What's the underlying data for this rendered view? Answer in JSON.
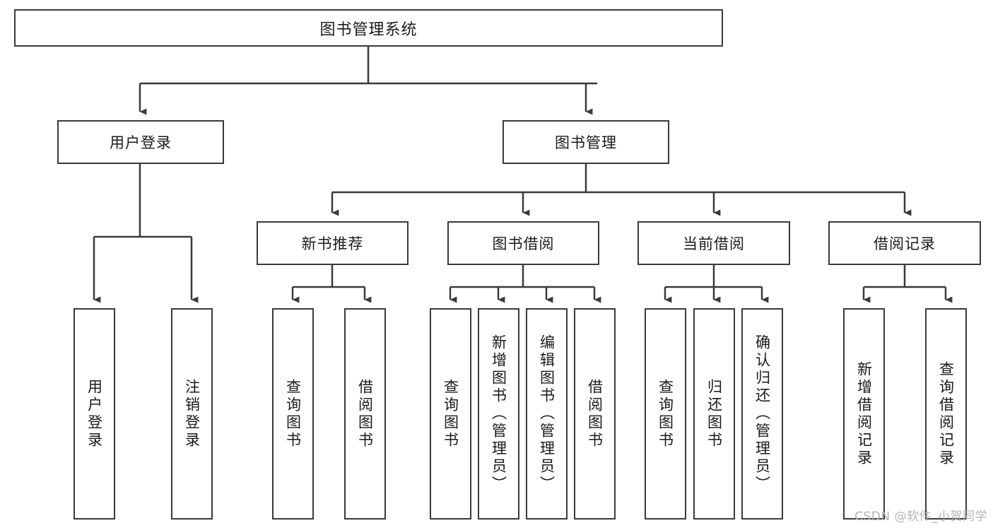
{
  "diagram": {
    "title": "图书管理系统",
    "type": "hierarchy-tree",
    "watermark": "CSDN @软件_小贺同学",
    "colors": {
      "stroke": "#3a3a3a",
      "fill": "#ffffff",
      "text": "#1a1a1a",
      "watermark": "#b4b4b4"
    },
    "root": {
      "label": "图书管理系统"
    },
    "level1": [
      {
        "label": "用户登录"
      },
      {
        "label": "图书管理"
      }
    ],
    "level2": [
      {
        "label": "新书推荐"
      },
      {
        "label": "图书借阅"
      },
      {
        "label": "当前借阅"
      },
      {
        "label": "借阅记录"
      }
    ],
    "leaves": {
      "user_login": [
        {
          "label": "用户登录"
        },
        {
          "label": "注销登录"
        }
      ],
      "new_book_recommend": [
        {
          "label": "查询图书"
        },
        {
          "label": "借阅图书"
        }
      ],
      "book_borrow": [
        {
          "label": "查询图书"
        },
        {
          "label": "新增图书（管理员）"
        },
        {
          "label": "编辑图书（管理员）"
        },
        {
          "label": "借阅图书"
        }
      ],
      "current_borrow": [
        {
          "label": "查询图书"
        },
        {
          "label": "归还图书"
        },
        {
          "label": "确认归还（管理员）"
        }
      ],
      "borrow_record": [
        {
          "label": "新增借阅记录"
        },
        {
          "label": "查询借阅记录"
        }
      ]
    }
  }
}
